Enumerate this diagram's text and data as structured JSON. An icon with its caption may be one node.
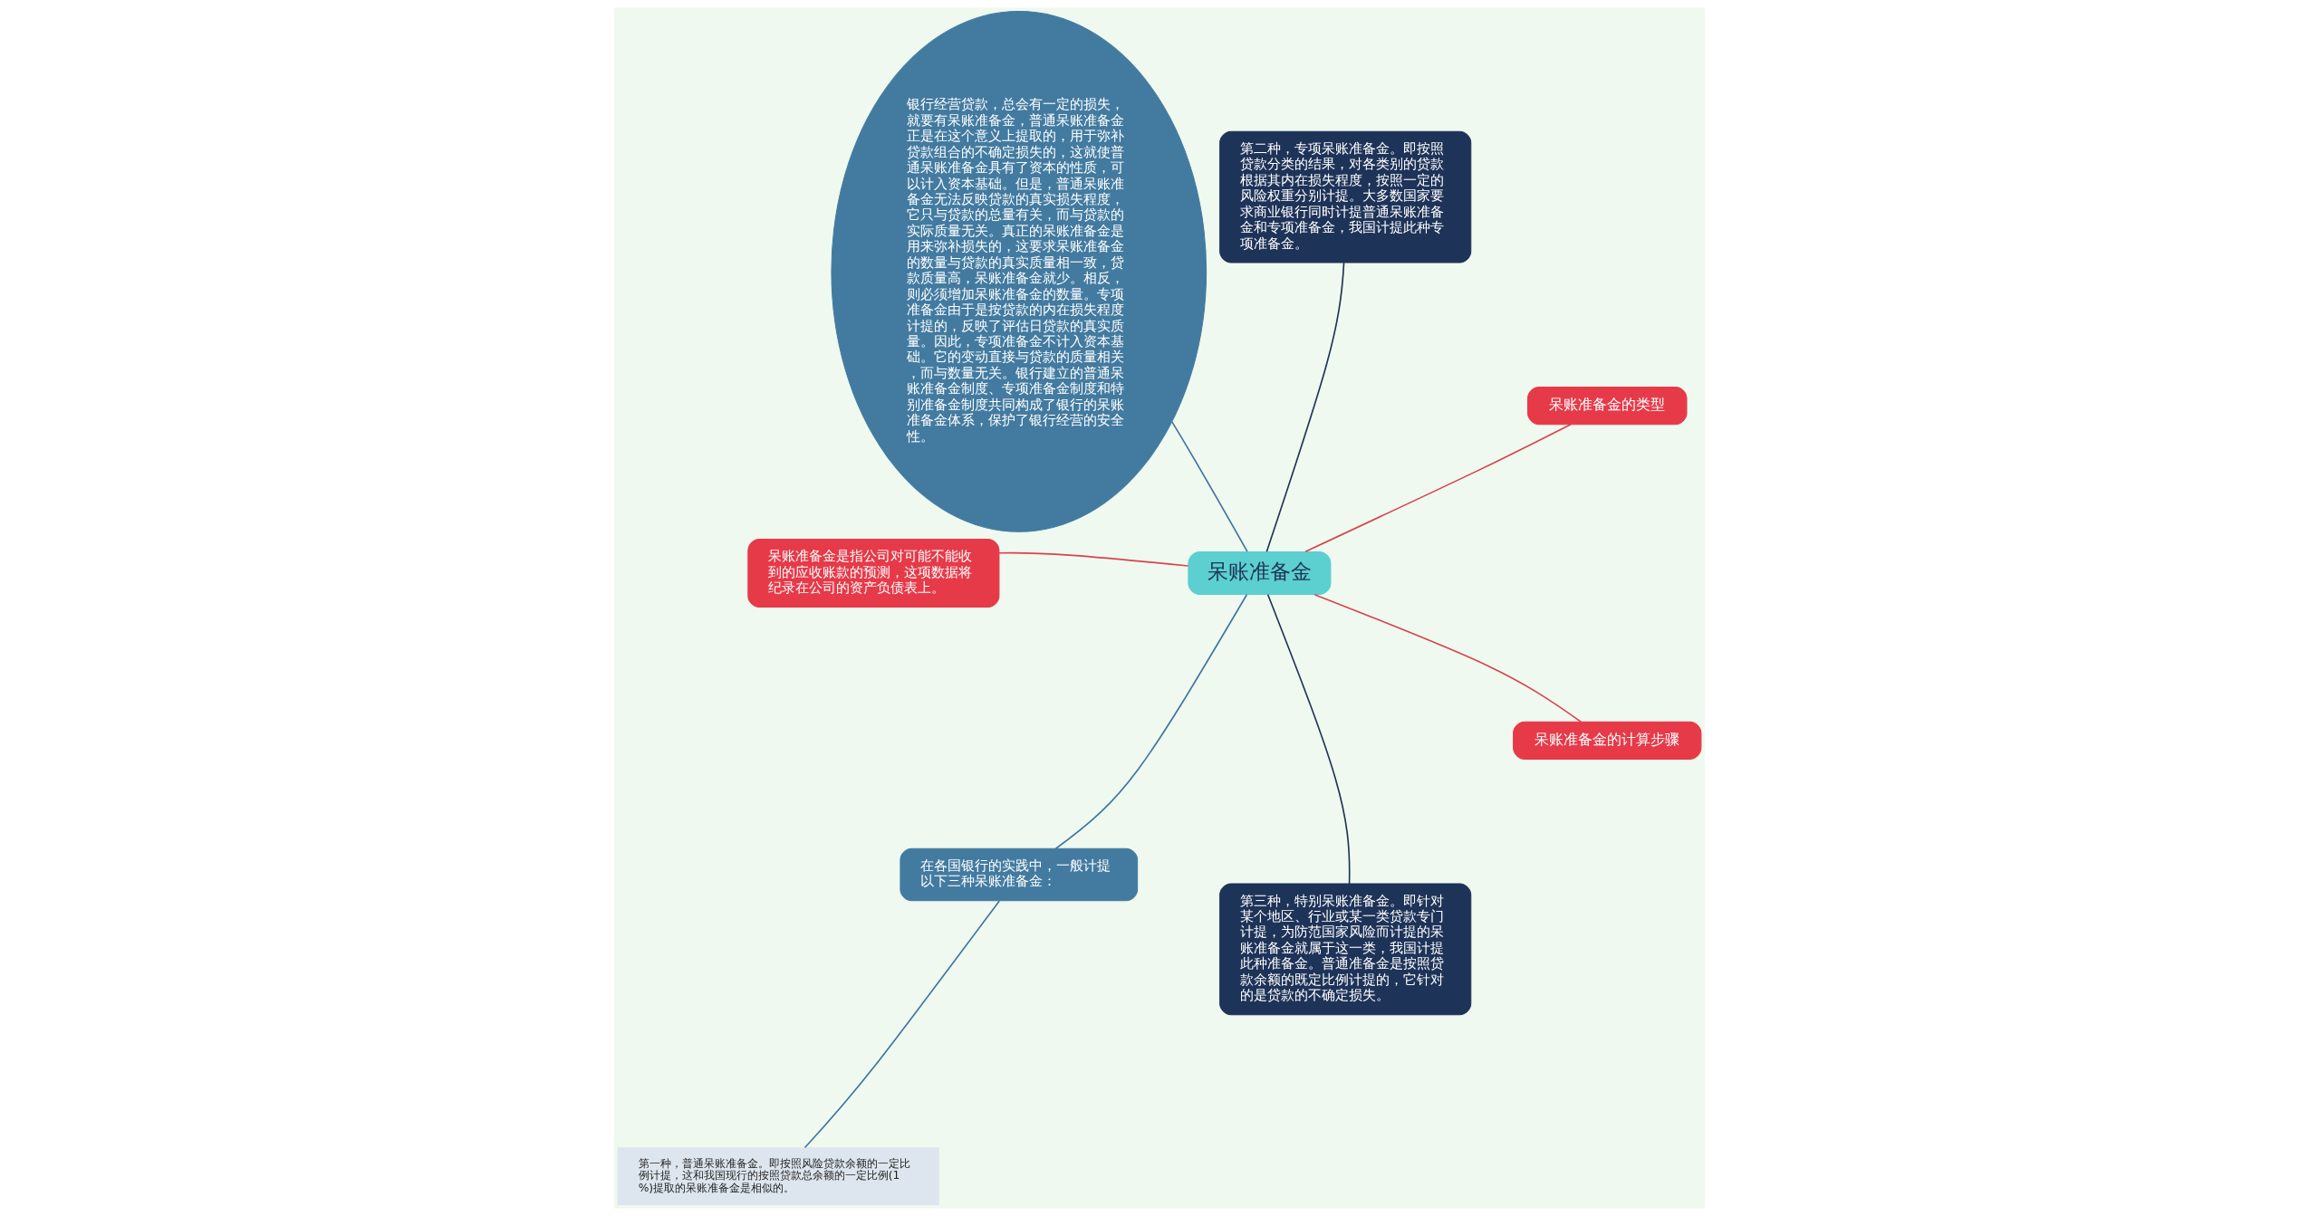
{
  "diagram": {
    "nodes": [
      {
        "text": [
          "呆账准备金"
        ]
      },
      {
        "text": [
          "呆账准备金的类型"
        ]
      },
      {
        "text": [
          "第二种，专项呆账准备金。即按照贷款分类的结果，对各类别的贷款根据其内在损失程度，按照一定的风险权重分别计提。大多数国家要求商业银行同时计提普通呆账准备金和专项准备金，我国计提此种专项准备金。"
        ]
      },
      {
        "text": [
          "银行经营贷款，总会有一定的损失，就要有呆账准备金，普通呆账准备金正是在这个意义上提取的，用于弥补贷款组合的不确定损失的，这就使普通呆账准备金具有了资本的性质，可以计入资本基础。但是，普通呆账准备金无法反映贷款的真实损失程度，它只与贷款的总量有关，而与贷款的实际质量无关。真正的呆账准备金是用来弥补损失的，这要求呆账准备金的数量与贷款的真实质量相一致，贷款质量高，呆账准备金就少。相反，则必须增加呆账准备金的数量。专项准备金由于是按贷款的内在损失程度计提的，反映了评估日贷款的真实质量。因此，专项准备金不计入资本基础。它的变动直接与贷款的质量相关，而与数量无关。银行建立的普通呆账准备金制度、专项准备金制度和特别准备金制度共同构成了银行的呆账准备金体系，保护了银行经营的安全性。"
        ]
      },
      {
        "text": [
          "呆账准备金是指公司对可能不能收到的应收账款的预测，这项数据将纪录在公司的资产负债表上。"
        ]
      },
      {
        "text": [
          "在各国银行的实践中，一般计提以下三种呆账准备金："
        ]
      },
      {
        "text": [
          "第一种，普通呆账准备金。即按照风险贷款余额的一定比例计提，这和我国现行的按照贷款总余额的一定比例(1%)提取的呆账准备金是相似的。"
        ]
      },
      {
        "text": [
          "第三种，特别呆账准备金。即针对某个地区、行业或某一类贷款专门计提，为防范国家风险而计提的呆账准备金就属于这一类，我国计提此种准备金。普通准备金是按照贷款余额的既定比例计提的，它针对的是贷款的不确定损失。"
        ]
      },
      {
        "text": [
          "呆账准备金的计算步骤"
        ]
      }
    ],
    "edges": [
      {
        "from": 0,
        "to": 1,
        "arrow": "none",
        "color": "#d9424f"
      },
      {
        "from": 0,
        "to": 2,
        "arrow": "none",
        "color": "#1e3358"
      },
      {
        "from": 0,
        "to": 3,
        "arrow": "none",
        "color": "#3f74a0"
      },
      {
        "from": 0,
        "to": 4,
        "arrow": "none",
        "color": "#d9424f"
      },
      {
        "from": 0,
        "to": 5,
        "arrow": "none",
        "color": "#3f74a0"
      },
      {
        "from": 5,
        "to": 6,
        "arrow": "none",
        "color": "#3f74a0"
      },
      {
        "from": 0,
        "to": 7,
        "arrow": "none",
        "color": "#1e3358"
      },
      {
        "from": 0,
        "to": 8,
        "arrow": "none",
        "color": "#d9424f"
      }
    ]
  }
}
